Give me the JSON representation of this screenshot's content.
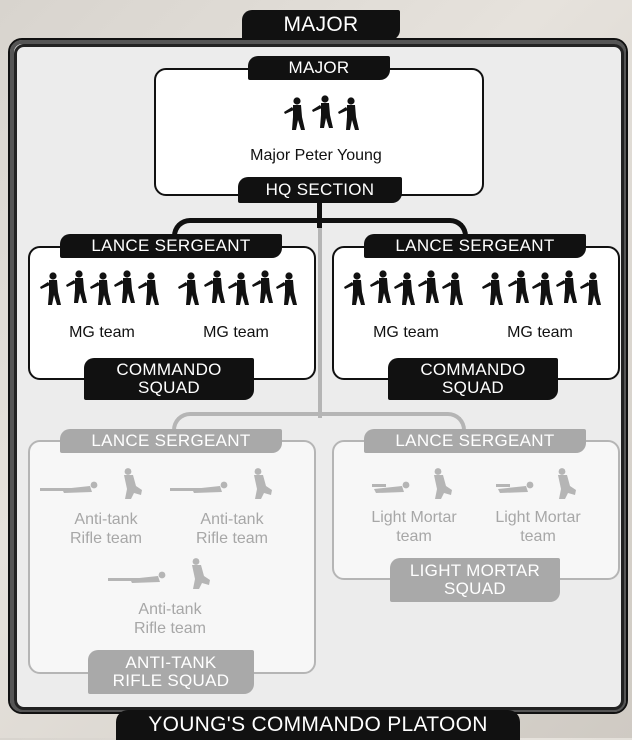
{
  "top_tag": "MAJOR",
  "bottom_tag": "YOUNG'S COMMANDO PLATOON",
  "hq": {
    "rank": "MAJOR",
    "name": "Major Peter Young",
    "section": "HQ SECTION"
  },
  "commando_left": {
    "rank": "LANCE SERGEANT",
    "teams": [
      "MG team",
      "MG team"
    ],
    "squad_line1": "COMMANDO",
    "squad_line2": "SQUAD"
  },
  "commando_right": {
    "rank": "LANCE SERGEANT",
    "teams": [
      "MG team",
      "MG team"
    ],
    "squad_line1": "COMMANDO",
    "squad_line2": "SQUAD"
  },
  "antitank": {
    "rank": "LANCE SERGEANT",
    "teams": [
      {
        "line1": "Anti-tank",
        "line2": "Rifle team"
      },
      {
        "line1": "Anti-tank",
        "line2": "Rifle team"
      },
      {
        "line1": "Anti-tank",
        "line2": "Rifle team"
      }
    ],
    "squad_line1": "ANTI-TANK",
    "squad_line2": "RIFLE SQUAD"
  },
  "mortar": {
    "rank": "LANCE SERGEANT",
    "teams": [
      {
        "line1": "Light Mortar",
        "line2": "team"
      },
      {
        "line1": "Light Mortar",
        "line2": "team"
      }
    ],
    "squad_line1": "LIGHT MORTAR",
    "squad_line2": "SQUAD"
  },
  "colors": {
    "active": "#111111",
    "inactive": "#b5b5b5"
  }
}
